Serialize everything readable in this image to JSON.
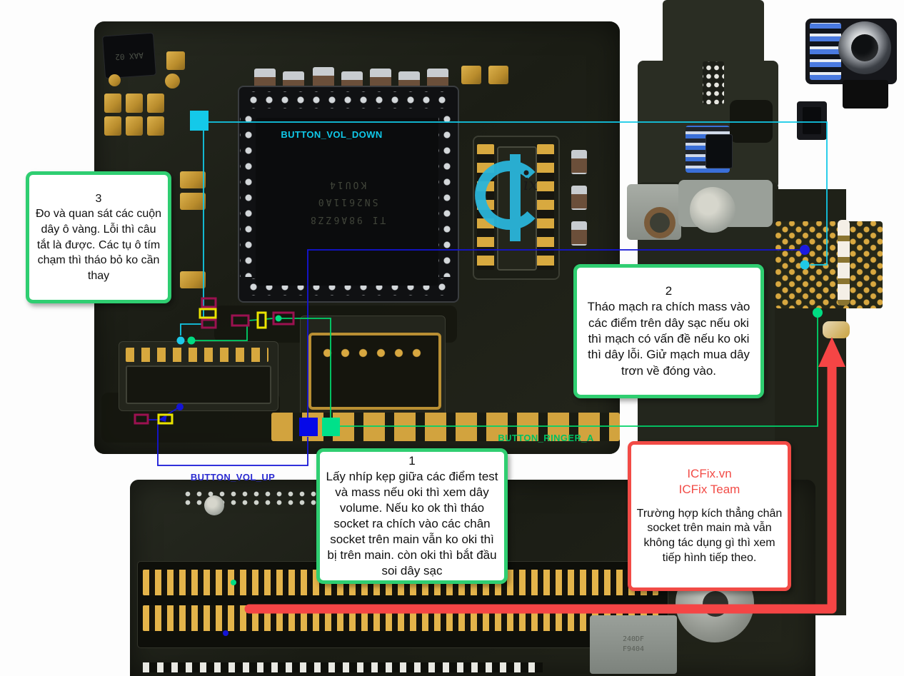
{
  "labels": {
    "vol_down": "BUTTON_VOL_DOWN",
    "vol_up": "BUTTON_VOL_UP",
    "ringer_a": "BUTTON_RINGER_A"
  },
  "callouts": {
    "step1": {
      "number": "1",
      "text": "Lấy nhíp kẹp giữa các điểm test và mass nếu oki thì xem dây volume. Nếu ko ok thì tháo socket ra chích vào các chân socket trên main vẫn ko oki thì bị trên main. còn oki thì bắt đầu soi dây sạc"
    },
    "step2": {
      "number": "2",
      "text": "Tháo mạch ra chích mass vào các điểm trên dây sạc nếu oki thì mạch có vấn đề nếu ko oki thì dây lỗi. Giử mạch mua dây trơn về đóng vào."
    },
    "step3": {
      "number": "3",
      "text": "Đo và quan sát các cuộn dây ô vàng. Lỗi thì câu tắt là được. Các tụ ô tím chạm thì tháo bỏ ko cần thay"
    },
    "brand": {
      "title_line1": "ICFix.vn",
      "title_line2": "ICFix Team",
      "text": "Trường hợp kích thẳng chân socket trên main mà vẫn không tác dụng gì thì xem tiếp hình tiếp theo."
    }
  },
  "board_markings": {
    "cpu_line1": "TI 98A6ZZ8",
    "cpu_line2": "SN2611A0",
    "cpu_line3": "KOU14",
    "ic_top_left": "AAX 02",
    "shield_line1": "240DF",
    "shield_line2": "F9404",
    "watermark_suffix": "ix"
  },
  "colors": {
    "annotation_cyan": "#12c9e8",
    "annotation_blue": "#0d12e0",
    "annotation_green": "#00dc82",
    "callout_green_border": "#2fce71",
    "brand_red": "#f24b46",
    "marker_purple": "#9b1150",
    "marker_yellow": "#eae400",
    "arrow_red": "#f54545"
  }
}
